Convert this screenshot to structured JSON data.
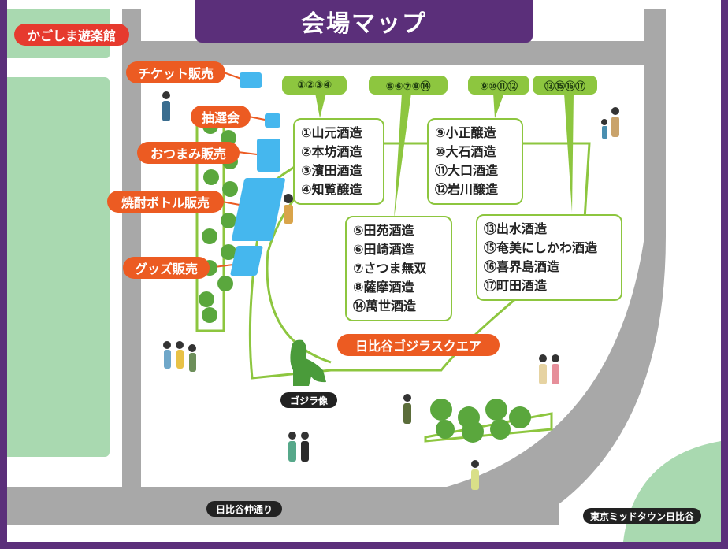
{
  "title": "会場マップ",
  "venue_label": "かごしま遊楽館",
  "booths": {
    "ticket": "チケット販売",
    "lottery": "抽選会",
    "snacks": "おつまみ販売",
    "shochu_bottle": "焼酎ボトル販売",
    "goods": "グッズ販売"
  },
  "groups": [
    {
      "tag": "①②③④",
      "items": [
        "①山元酒造",
        "②本坊酒造",
        "③濱田酒造",
        "④知覧醸造"
      ]
    },
    {
      "tag": "⑤⑥⑦⑧⑭",
      "items": [
        "⑤田苑酒造",
        "⑥田崎酒造",
        "⑦さつま無双",
        "⑧薩摩酒造",
        "⑭萬世酒造"
      ]
    },
    {
      "tag": "⑨⑩⑪⑫",
      "items": [
        "⑨小正醸造",
        "⑩大石酒造",
        "⑪大口酒造",
        "⑫岩川醸造"
      ]
    },
    {
      "tag": "⑬⑮⑯⑰",
      "items": [
        "⑬出水酒造",
        "⑮奄美にしかわ酒造",
        "⑯喜界島酒造",
        "⑰町田酒造"
      ]
    }
  ],
  "places": {
    "square": "日比谷ゴジラスクエア",
    "statue": "ゴジラ像",
    "street": "日比谷仲通り",
    "midtown": "東京ミッドタウン日比谷"
  },
  "colors": {
    "purple": "#5b2f7a",
    "road": "#a8a8a8",
    "lime": "#8dc63f",
    "booth_blue": "#45b7ee",
    "orange": "#ec5b22",
    "red": "#e63a2e"
  }
}
